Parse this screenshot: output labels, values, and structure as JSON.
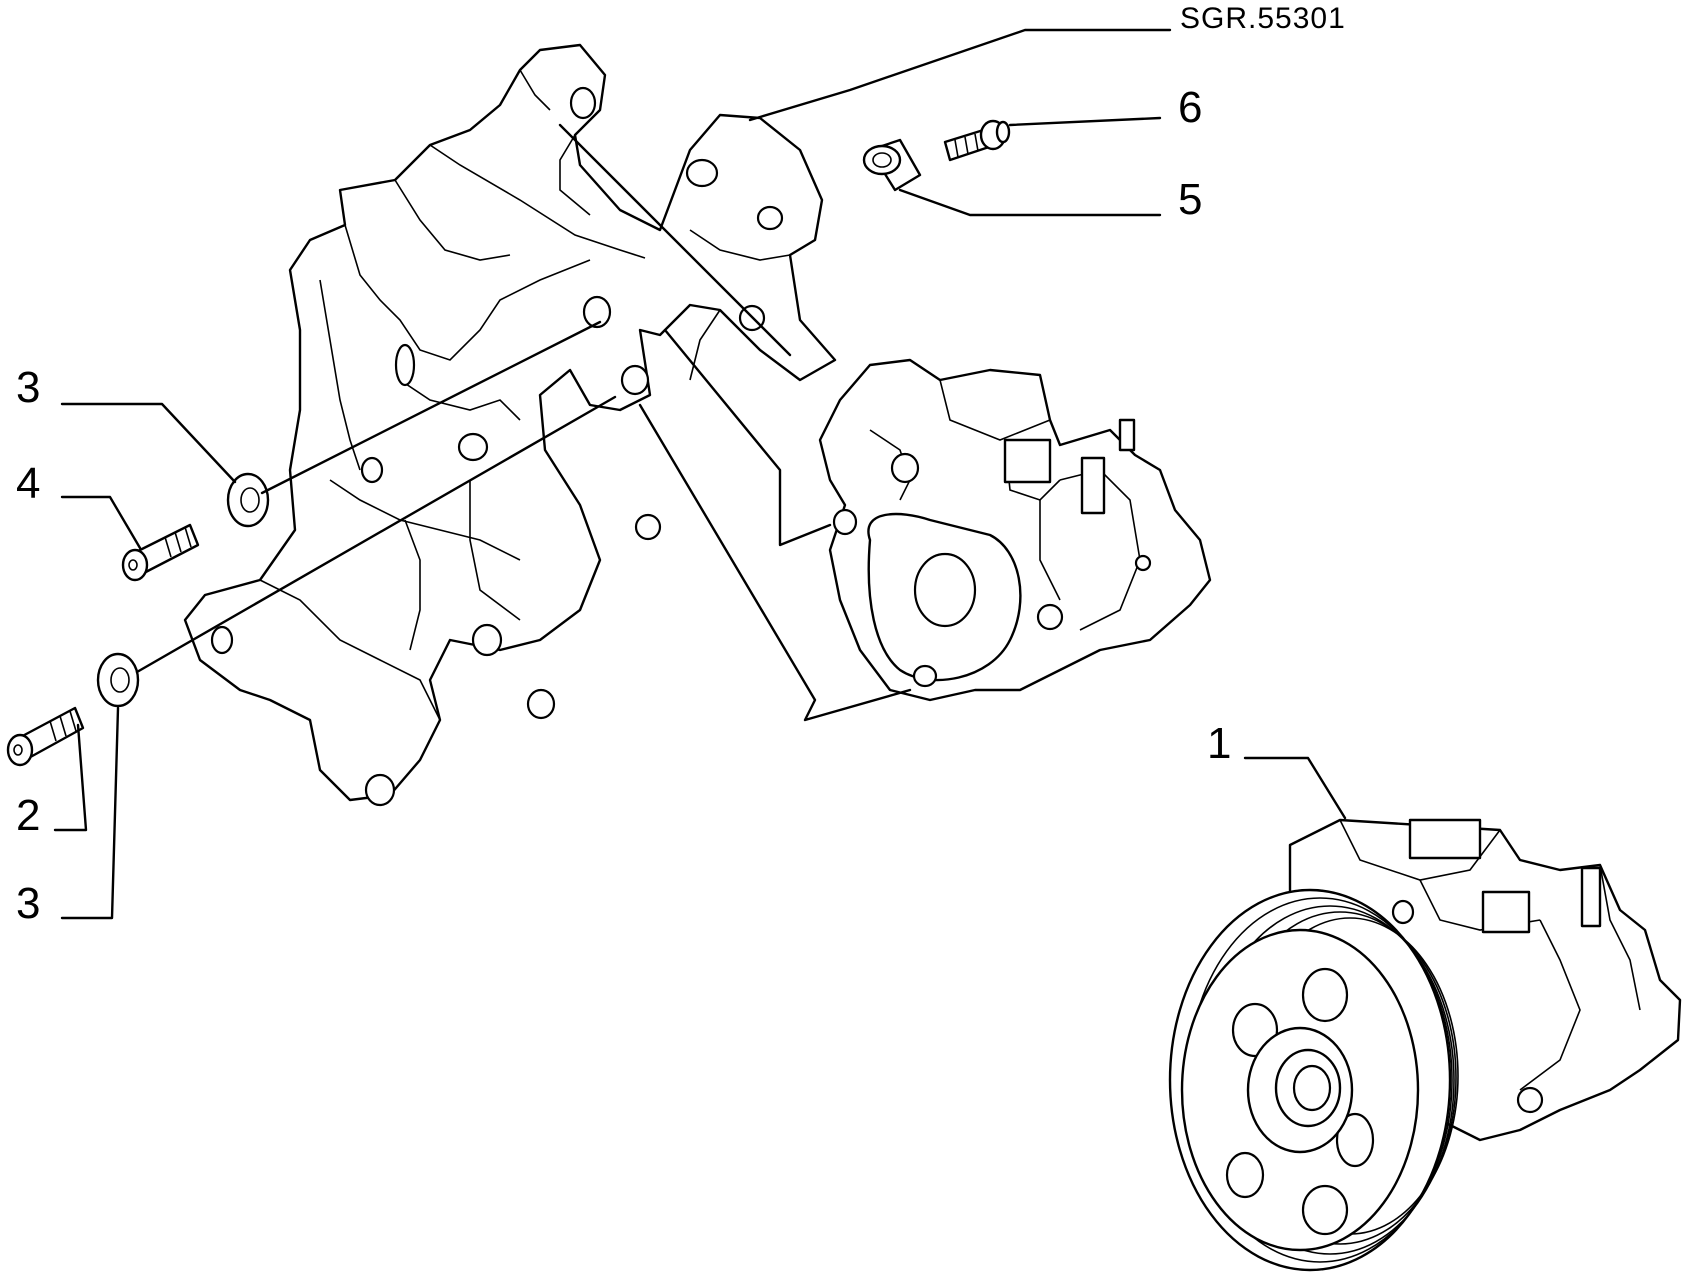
{
  "drawing_code": "SGR.55301",
  "callouts": {
    "pump": "1",
    "screw_lower": "2",
    "washer_upper": "3",
    "screw_upper": "4",
    "washer_lower": "3",
    "bushing": "5",
    "bolt": "6"
  },
  "colors": {
    "line": "#000000",
    "background": "#ffffff"
  }
}
